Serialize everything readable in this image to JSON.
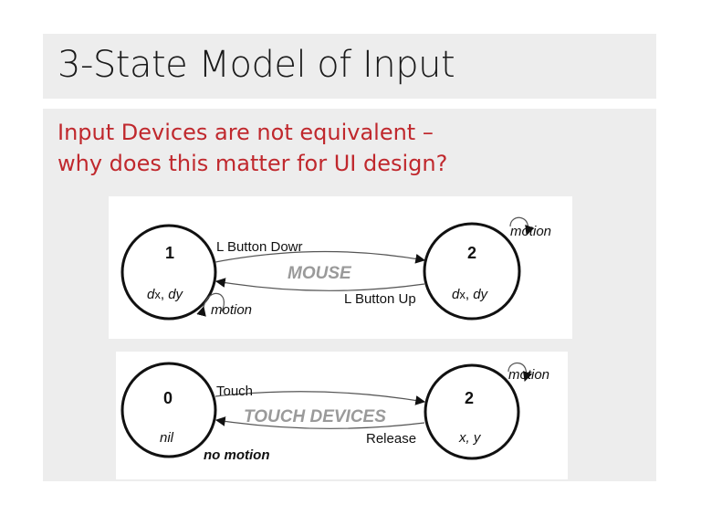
{
  "slide": {
    "title": "3-State Model of Input",
    "subtitle_line1": "Input Devices are not equivalent –",
    "subtitle_line2": "why does this matter for UI design?"
  },
  "mouse_diagram": {
    "label": "MOUSE",
    "state_left": {
      "number": "1",
      "var_d1": "d",
      "var_x": "x",
      "var_sep": ", ",
      "var_d2": "d",
      "var_y": "y"
    },
    "state_right": {
      "number": "2",
      "var_d1": "d",
      "var_x": "x",
      "var_sep": ", ",
      "var_d2": "d",
      "var_y": "y"
    },
    "edge_down": "L Button Dowr",
    "edge_up": "L Button Up",
    "loop_left": "motion",
    "loop_right": "motion"
  },
  "touch_diagram": {
    "label": "TOUCH DEVICES",
    "state_left": {
      "number": "0",
      "var": "nil"
    },
    "state_right": {
      "number": "2",
      "var": "x, y"
    },
    "edge_touch": "Touch",
    "edge_release": "Release",
    "left_note": "no motion",
    "loop_right": "motion"
  }
}
